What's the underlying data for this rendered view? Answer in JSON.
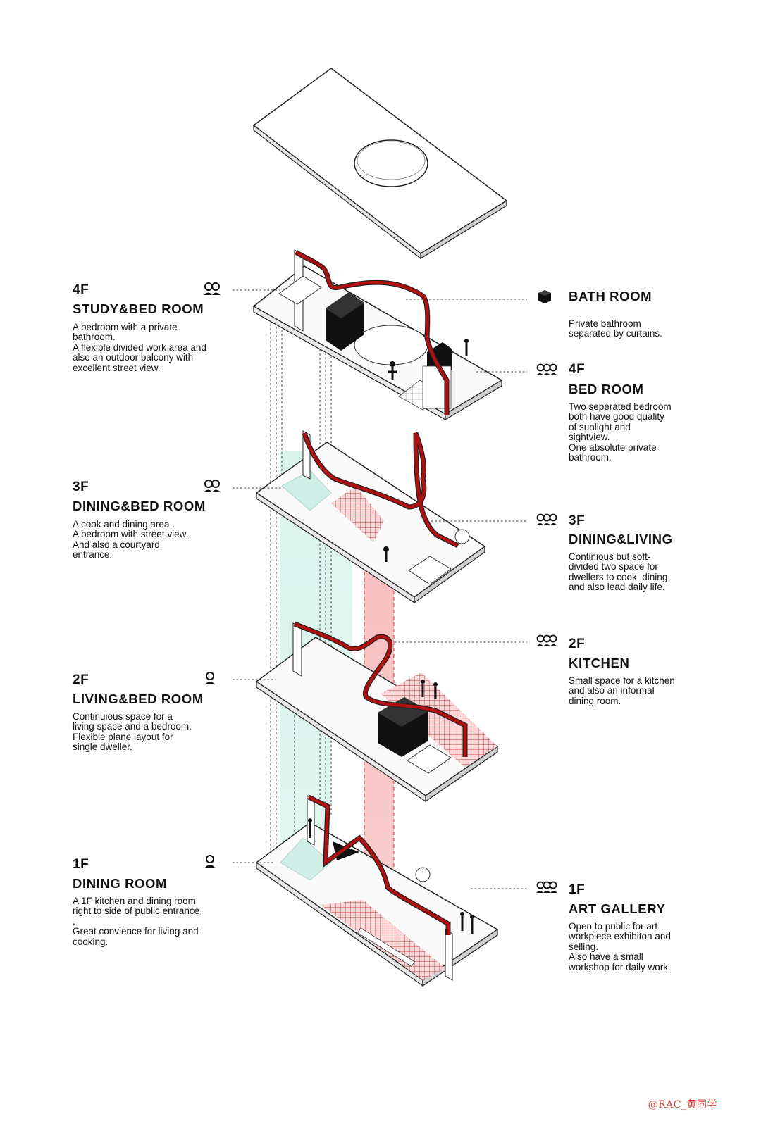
{
  "left_labels": [
    {
      "floor": "4F",
      "title": "STUDY&BED ROOM",
      "desc": "A  bedroom with a private bathroom.\nA flexible divided work area and also an outdoor balcony with excellent street view.",
      "icon": "couple-icon"
    },
    {
      "floor": "3F",
      "title": "DINING&BED ROOM",
      "desc": "A cook and dining area .\nA bedroom with street view.\nAnd also a courtyard entrance.",
      "icon": "couple-icon"
    },
    {
      "floor": "2F",
      "title": "LIVING&BED ROOM",
      "desc": "Continuious space for a living space and a bedroom.\nFlexible plane layout for single dweller.",
      "icon": "person-icon"
    },
    {
      "floor": "1F",
      "title": "DINING ROOM",
      "desc": "A 1F kitchen and dining room right to side of public entrance .\nGreat convience for living and cooking.",
      "icon": "person-icon"
    }
  ],
  "right_labels": [
    {
      "floor": "",
      "title": "BATH ROOM",
      "desc": "Private bathroom separated by curtains.",
      "icon": "cube-icon"
    },
    {
      "floor": "4F",
      "title": "BED ROOM",
      "desc": "Two seperated bedroom both have good quality of sunlight and sightview.\nOne absolute private bathroom.",
      "icon": "group-icon"
    },
    {
      "floor": "3F",
      "title": "DINING&LIVING",
      "desc": "Continious but soft-divided two space for dwellers to cook ,dining and also lead daily life.",
      "icon": "group-icon"
    },
    {
      "floor": "2F",
      "title": "KITCHEN",
      "desc": "Small space for a kitchen and also an informal dining room.",
      "icon": "group-icon"
    },
    {
      "floor": "1F",
      "title": "ART GALLERY",
      "desc": "Open to public for art workpiece exhibiton and selling.\nAlso have a small workshop for daily work.",
      "icon": "group-icon"
    }
  ],
  "watermark": "@RAC_黄同学",
  "colors": {
    "accent_red": "#b01010",
    "circulation_red": "#f2a3a3",
    "circulation_green": "#bfe9dd",
    "slab": "#ffffff",
    "stroke": "#222222"
  }
}
